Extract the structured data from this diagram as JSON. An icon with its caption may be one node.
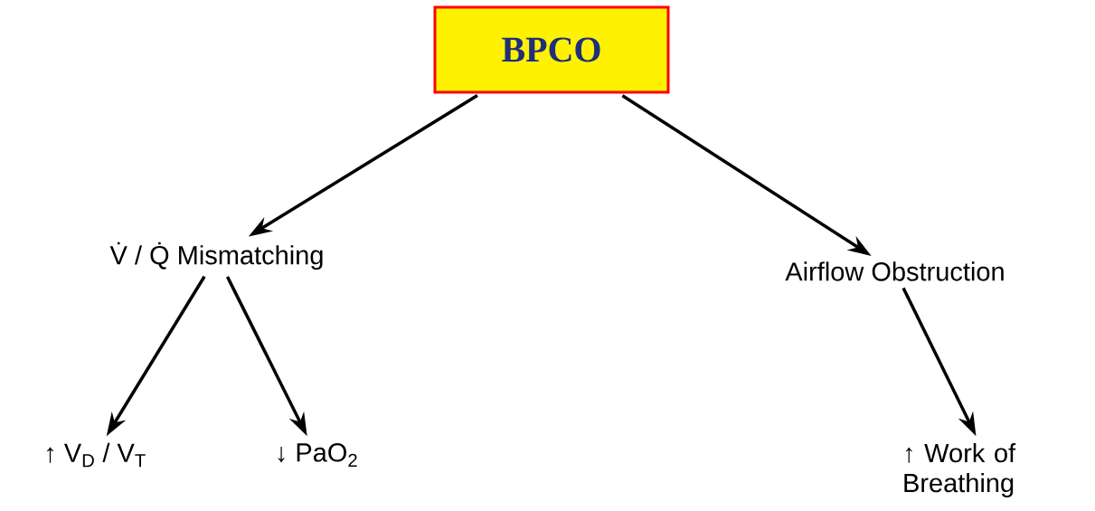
{
  "diagram": {
    "nodes": [
      {
        "text": [
          "BPCO"
        ]
      },
      {
        "text": [
          "V̇ / Q̇ Mismatching"
        ]
      },
      {
        "text": [
          "Airflow Obstruction"
        ]
      },
      {
        "text": [
          "↑ V$_{D}$ / V$_{T}$"
        ]
      },
      {
        "text": [
          "↓ PaO$_{2}$"
        ]
      },
      {
        "text": [
          "↑ Work of Breathing"
        ]
      }
    ],
    "edges": [
      {
        "from": 0,
        "to": 1,
        "arrow": "to"
      },
      {
        "from": 0,
        "to": 2,
        "arrow": "to"
      },
      {
        "from": 1,
        "to": 3,
        "arrow": "to"
      },
      {
        "from": 1,
        "to": 4,
        "arrow": "to"
      },
      {
        "from": 2,
        "to": 5,
        "arrow": "to"
      }
    ]
  }
}
